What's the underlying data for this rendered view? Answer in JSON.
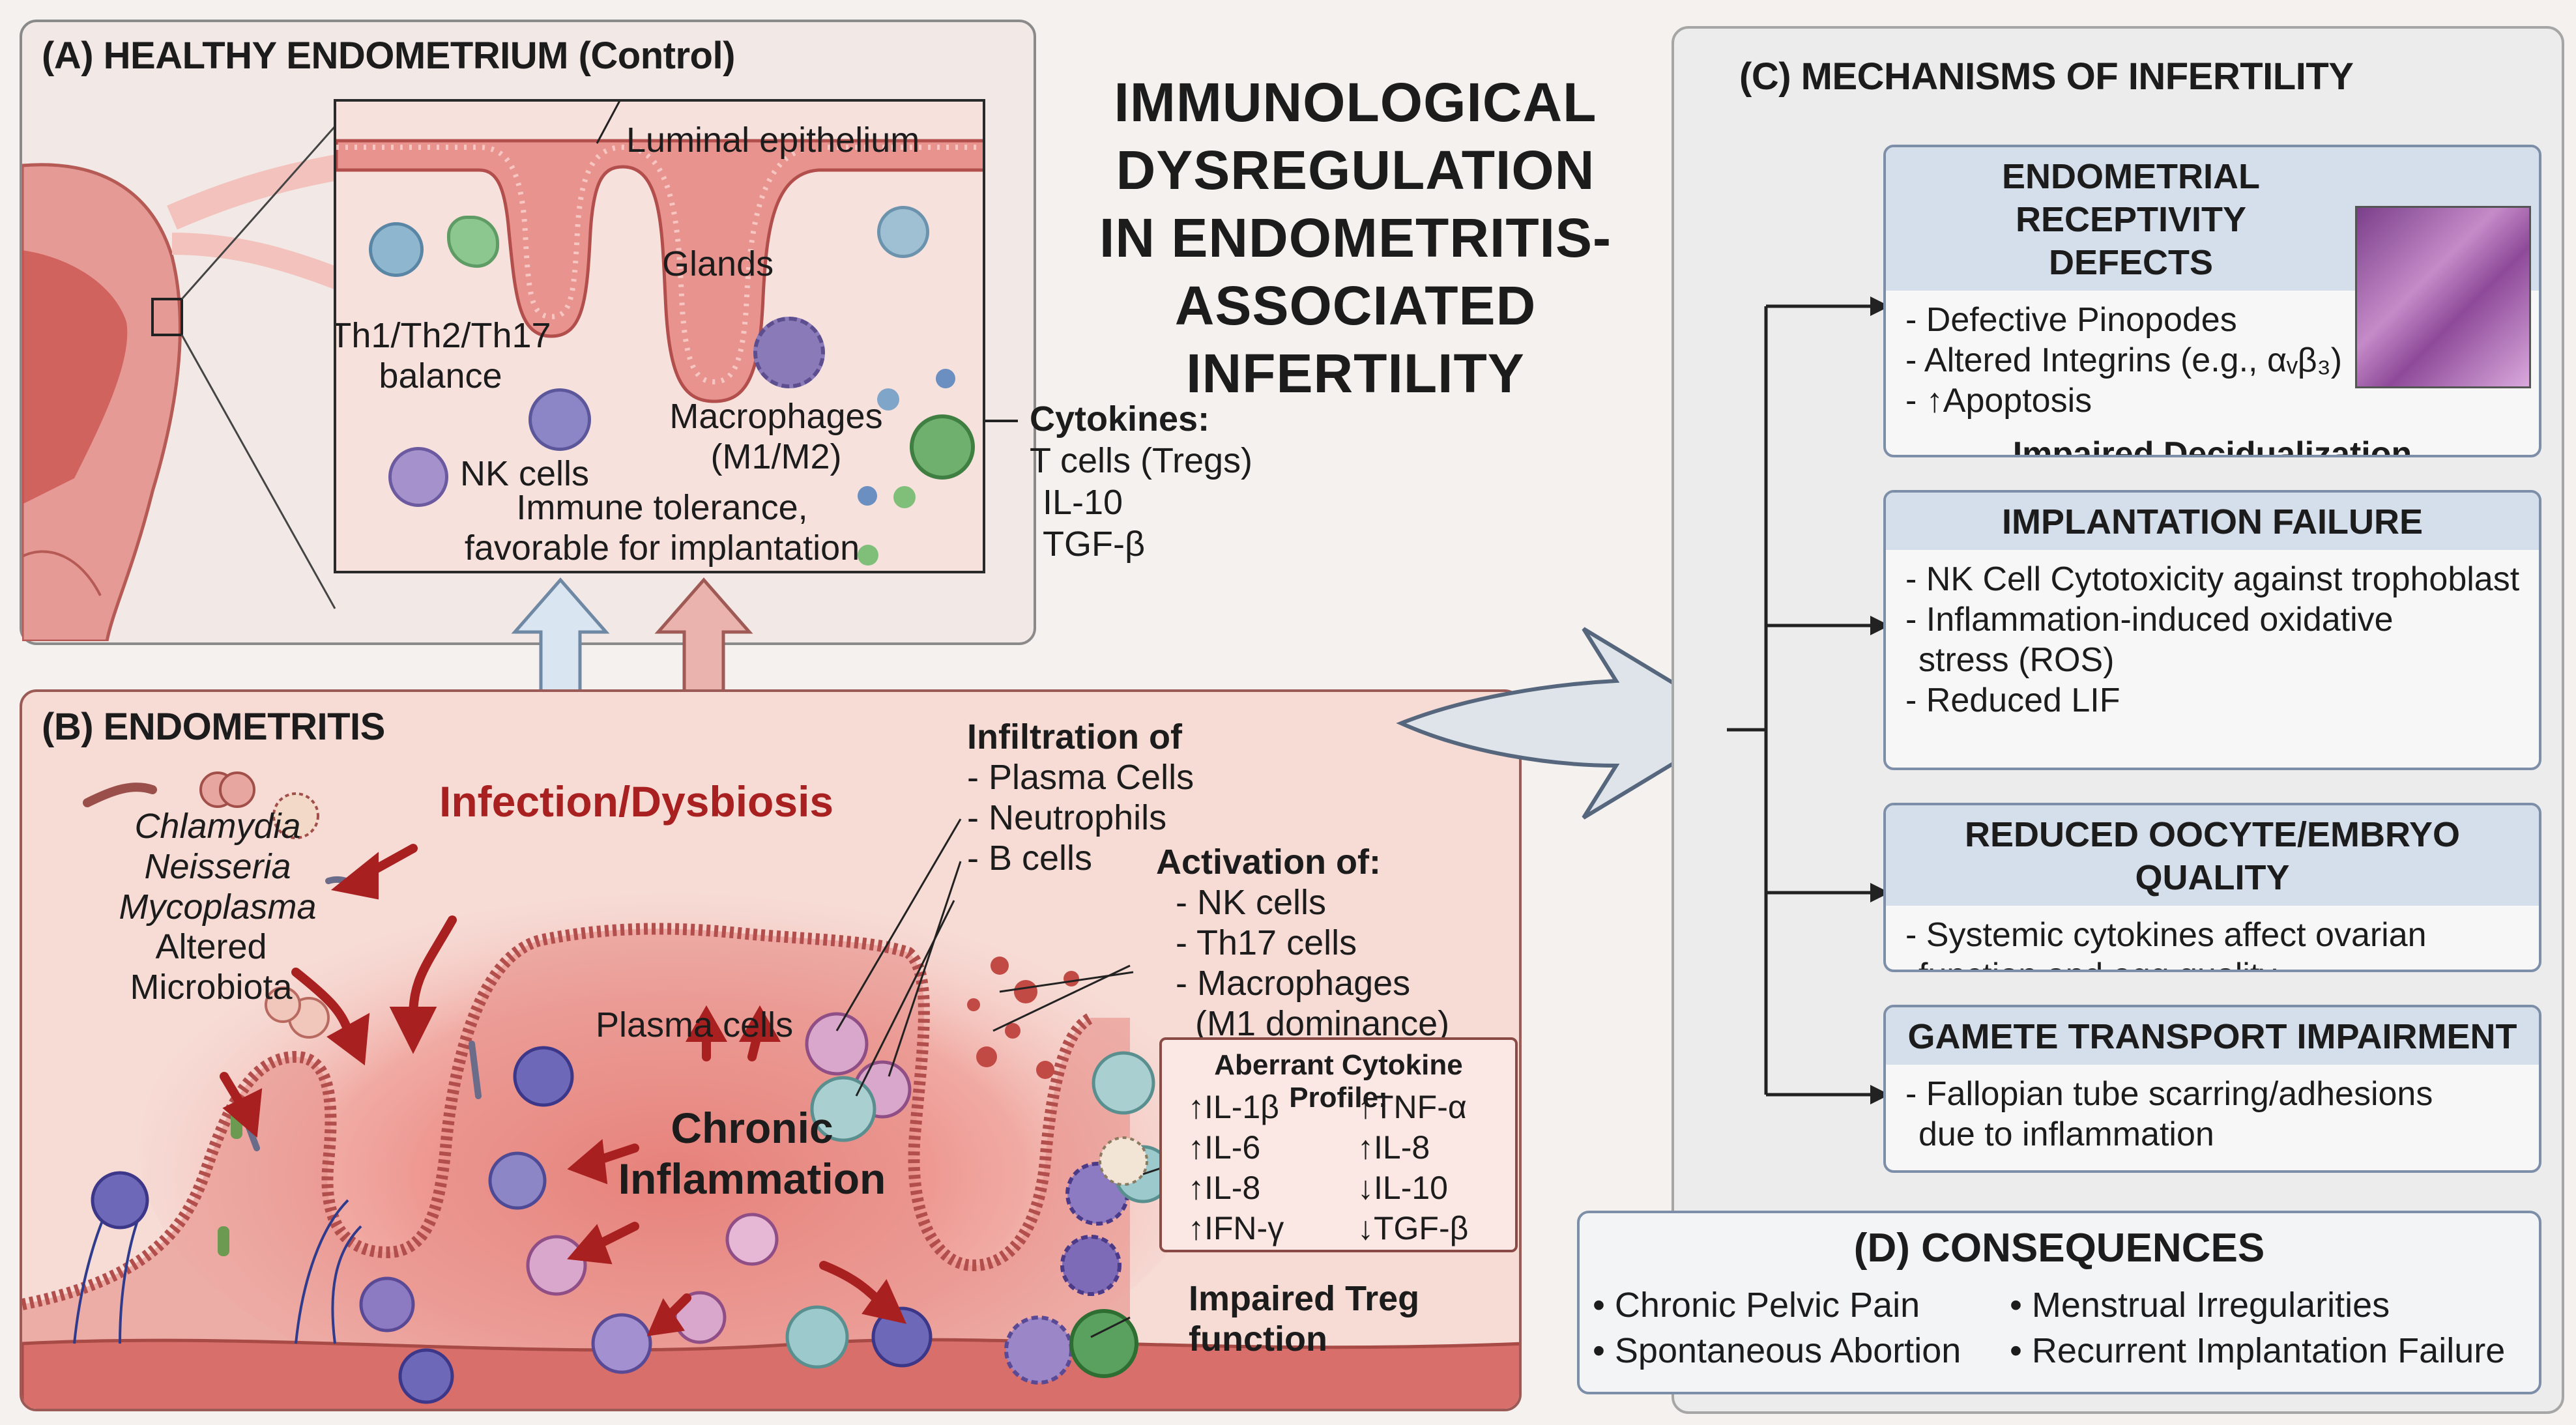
{
  "title": [
    "IMMUNOLOGICAL",
    "DYSREGULATION",
    "IN ENDOMETRITIS-",
    "ASSOCIATED",
    "INFERTILITY"
  ],
  "panel_a": {
    "title": "(A) HEALTHY ENDOMETRIUM (Control)",
    "luminal": "Luminal epithelium",
    "glands": "Glands",
    "balance": [
      "Th1/Th2/Th17",
      "balance"
    ],
    "macrophages": [
      "Macrophages",
      "(M1/M2)"
    ],
    "nk": "NK cells",
    "tolerance": [
      "Immune tolerance,",
      "favorable for implantation"
    ],
    "cytokines_title": "Cytokines:",
    "cytokines": [
      "T cells (Tregs)",
      "IL-10",
      "TGF-β"
    ]
  },
  "panel_b": {
    "title": "(B) ENDOMETRITIS",
    "pathogens": [
      "Chlamydia",
      "Neisseria",
      "Mycoplasma"
    ],
    "altered": [
      "Altered",
      "Microbiota"
    ],
    "infection": "Infection/Dysbiosis",
    "plasma": "Plasma cells",
    "chronic": [
      "Chronic",
      "Inflammation"
    ],
    "infiltration_title": "Infiltration of",
    "infiltration": [
      "- Plasma Cells",
      "- Neutrophils",
      "- B cells"
    ],
    "activation_title": "Activation of:",
    "activation": [
      "- NK cells",
      "- Th17 cells",
      "- Macrophages",
      "(M1 dominance)"
    ],
    "profile_title": "Aberrant Cytokine Profile:",
    "profile_left": [
      "↑IL-1β",
      "↑IL-6",
      "↑IL-8",
      "↑IFN-γ"
    ],
    "profile_right": [
      "↑TNF-α",
      "↑IL-8",
      "↓IL-10",
      "↓TGF-β"
    ],
    "treg": [
      "Impaired Treg",
      "function"
    ]
  },
  "panel_c": {
    "title": "(C)  MECHANISMS OF INFERTILITY",
    "boxes": [
      {
        "title": [
          "ENDOMETRIAL RECEPTIVITY",
          "DEFECTS"
        ],
        "items": [
          "- Defective Pinopodes",
          "- Altered Integrins (e.g., αᵥβ₃)",
          "- ↑Apoptosis"
        ],
        "footer": "Impaired Decidualization"
      },
      {
        "title": [
          "IMPLANTATION FAILURE"
        ],
        "items": [
          "- NK Cell Cytotoxicity against trophoblast",
          "- Inflammation-induced oxidative",
          "stress (ROS)",
          "- Reduced LIF"
        ]
      },
      {
        "title": [
          "REDUCED OOCYTE/EMBRYO QUALITY"
        ],
        "items": [
          "- Systemic cytokines affect ovarian",
          "function and egg quality"
        ]
      },
      {
        "title": [
          "GAMETE TRANSPORT IMPAIRMENT"
        ],
        "items": [
          "- Fallopian tube scarring/adhesions",
          "due to inflammation"
        ]
      }
    ]
  },
  "panel_d": {
    "title": "(D) CONSEQUENCES",
    "items": [
      "• Chronic Pelvic Pain",
      "• Menstrual Irregularities",
      "• Spontaneous Abortion",
      "• Recurrent Implantation Failure"
    ]
  },
  "colors": {
    "tissue": "#e58f8a",
    "tissue_dark": "#b44a48",
    "arrow_red": "#a8201f",
    "header_blue": "#d5dfeb",
    "box_border": "#7d8ea8"
  }
}
